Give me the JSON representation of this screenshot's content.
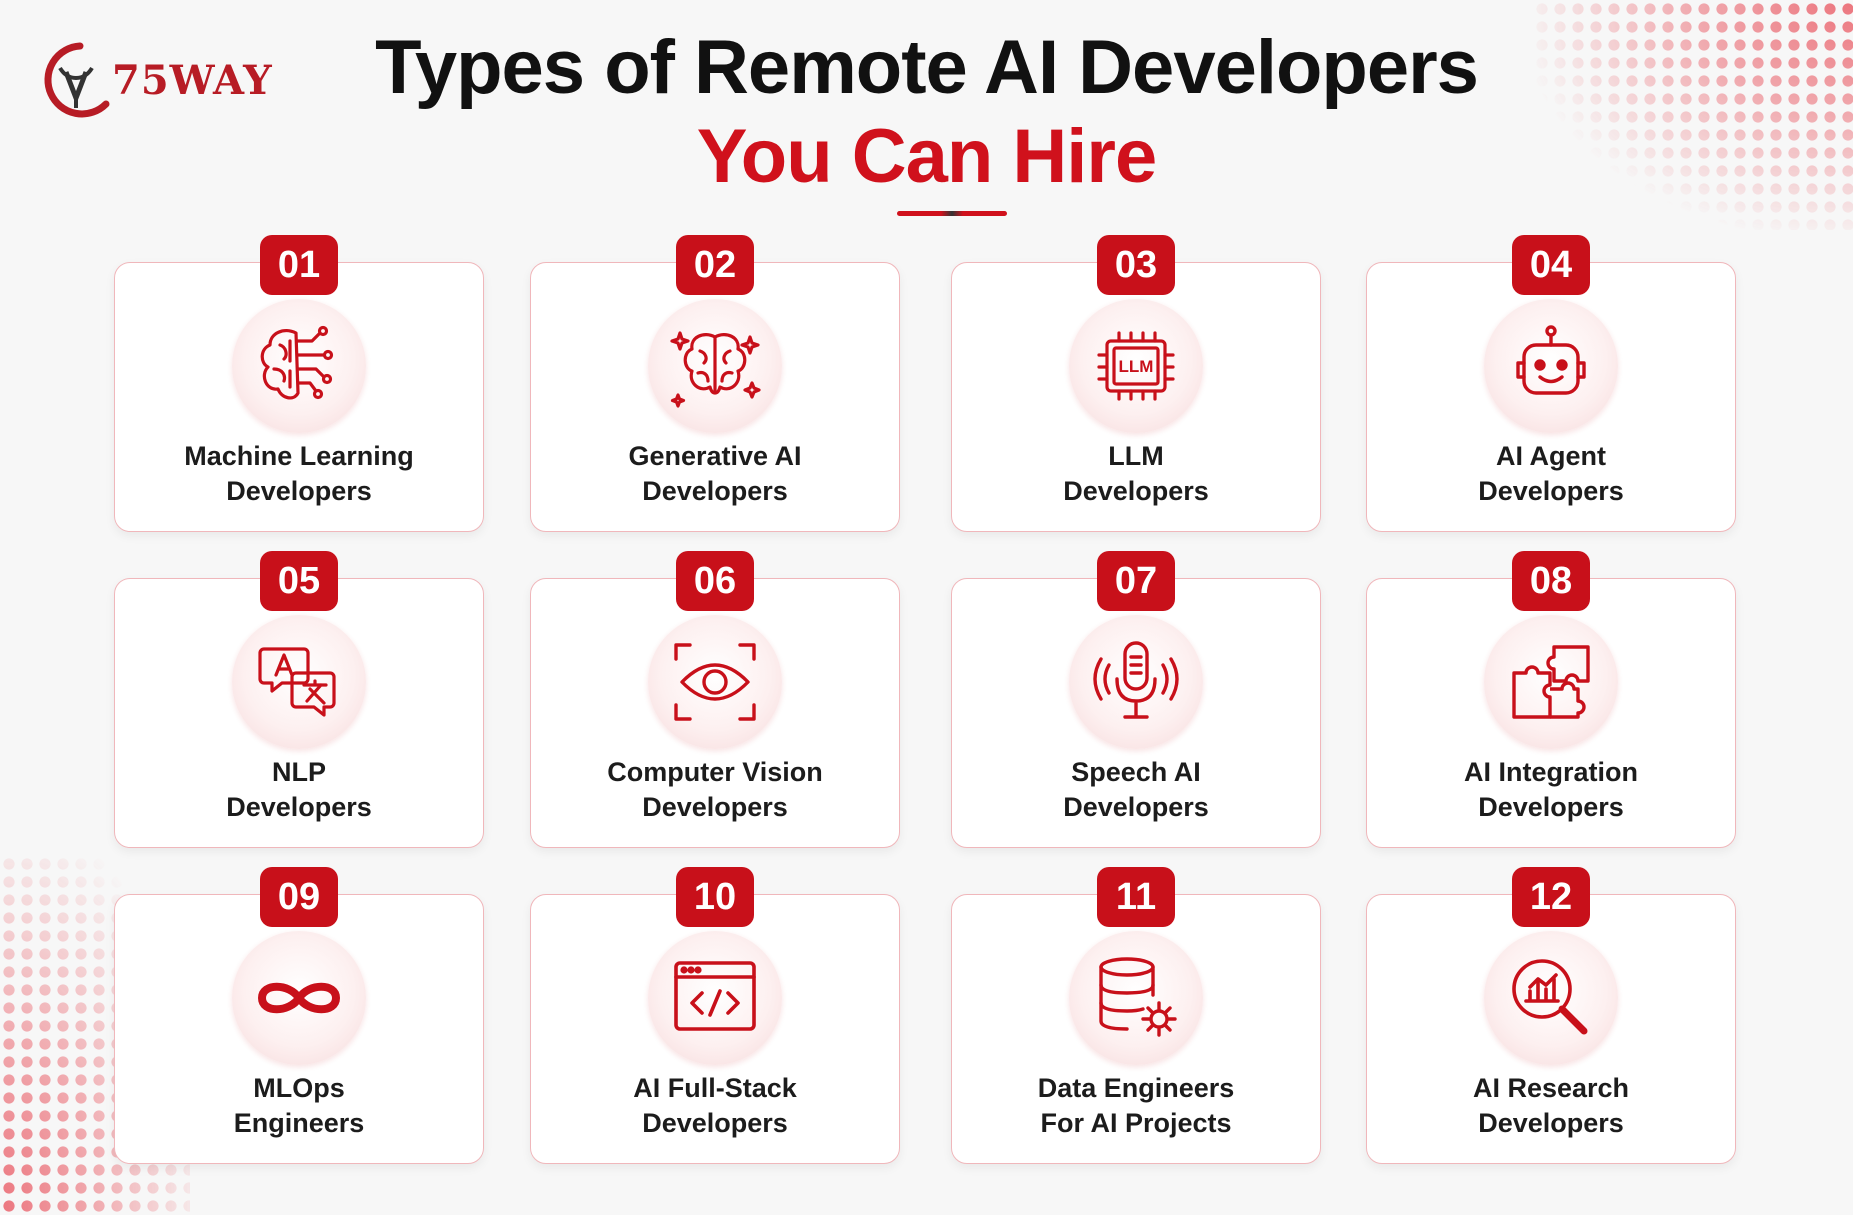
{
  "brand": {
    "name": "75WAY",
    "accent": "#c8101a"
  },
  "header": {
    "title_line1": "Types of Remote AI Developers",
    "title_line2": "You Can Hire"
  },
  "cards": [
    {
      "number": "01",
      "line1": "Machine Learning",
      "line2": "Developers",
      "icon": "brain-circuit-icon"
    },
    {
      "number": "02",
      "line1": "Generative AI",
      "line2": "Developers",
      "icon": "brain-sparkle-icon"
    },
    {
      "number": "03",
      "line1": "LLM",
      "line2": "Developers",
      "icon": "llm-chip-icon",
      "icon_text": "LLM"
    },
    {
      "number": "04",
      "line1": "AI Agent",
      "line2": "Developers",
      "icon": "robot-icon"
    },
    {
      "number": "05",
      "line1": "NLP",
      "line2": "Developers",
      "icon": "translate-icon"
    },
    {
      "number": "06",
      "line1": "Computer Vision",
      "line2": "Developers",
      "icon": "eye-scan-icon"
    },
    {
      "number": "07",
      "line1": "Speech AI",
      "line2": "Developers",
      "icon": "microphone-icon"
    },
    {
      "number": "08",
      "line1": "AI Integration",
      "line2": "Developers",
      "icon": "puzzle-icon"
    },
    {
      "number": "09",
      "line1": "MLOps",
      "line2": "Engineers",
      "icon": "infinity-icon"
    },
    {
      "number": "10",
      "line1": "AI Full-Stack",
      "line2": "Developers",
      "icon": "code-window-icon"
    },
    {
      "number": "11",
      "line1": "Data Engineers",
      "line2": "For AI Projects",
      "icon": "database-gear-icon"
    },
    {
      "number": "12",
      "line1": "AI Research",
      "line2": "Developers",
      "icon": "research-magnifier-icon"
    }
  ]
}
